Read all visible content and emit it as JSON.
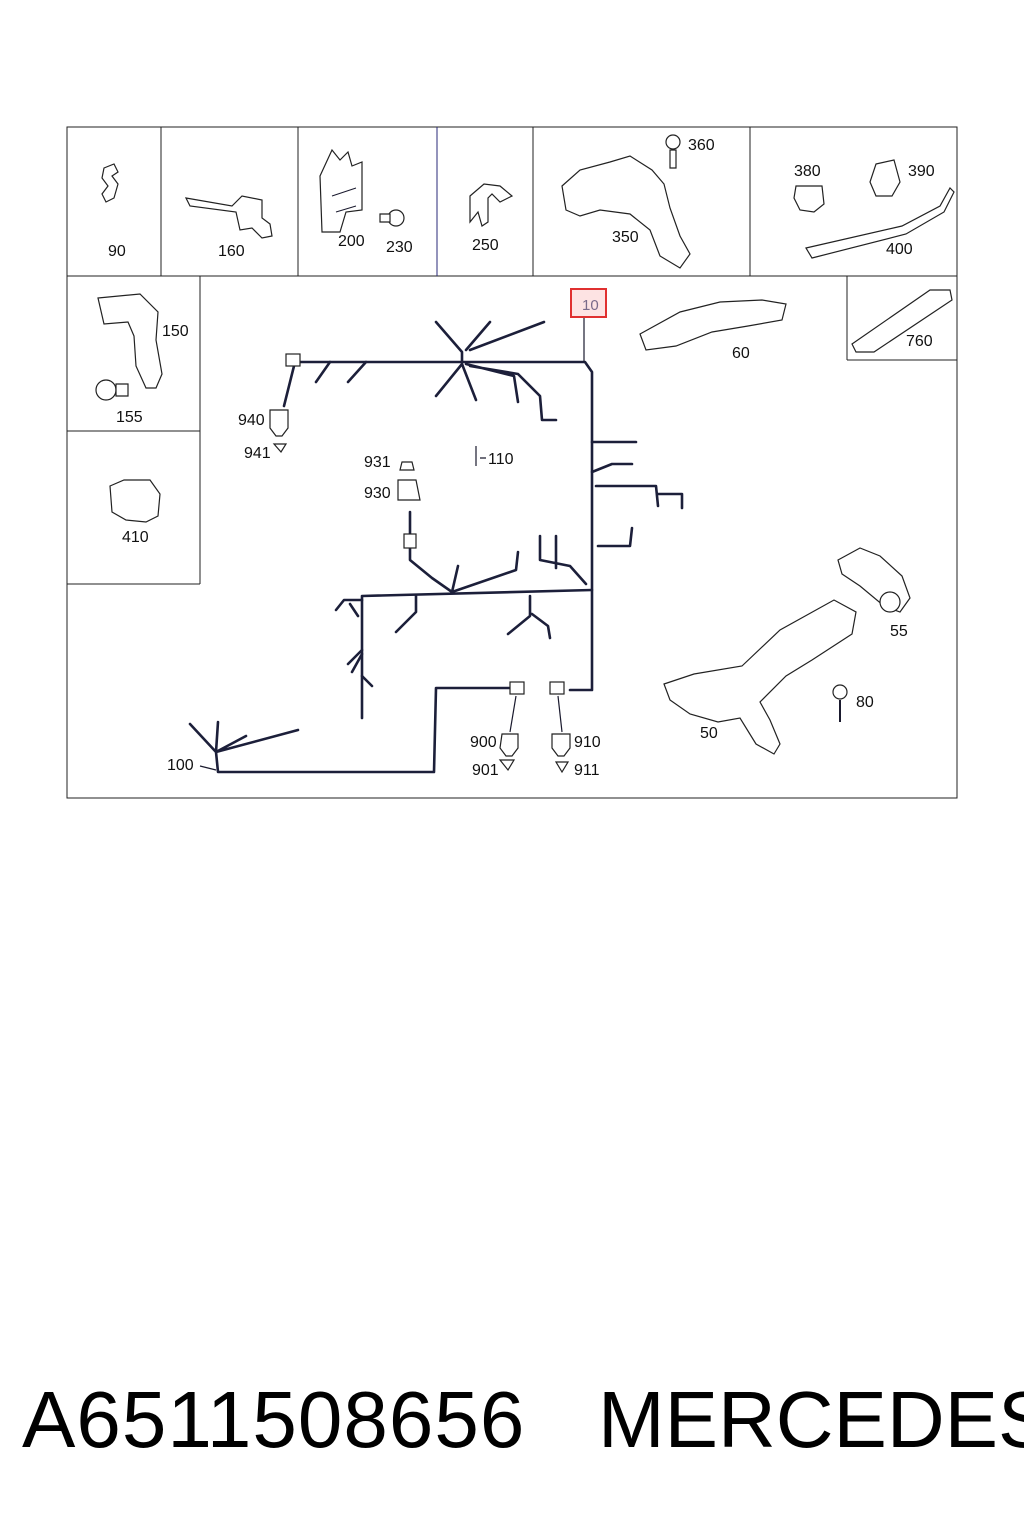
{
  "diagram": {
    "labels": {
      "p90": "90",
      "p160": "160",
      "p200": "200",
      "p230": "230",
      "p250": "250",
      "p350": "350",
      "p360": "360",
      "p380": "380",
      "p390": "390",
      "p400": "400",
      "p150": "150",
      "p155": "155",
      "p410": "410",
      "p10": "10",
      "p60": "60",
      "p760": "760",
      "p940": "940",
      "p941": "941",
      "p931": "931",
      "p930": "930",
      "p110": "110",
      "p100": "100",
      "p900": "900",
      "p901": "901",
      "p910": "910",
      "p911": "911",
      "p55": "55",
      "p80": "80",
      "p50": "50"
    },
    "highlight_color": "#e03030"
  },
  "footer": {
    "part_number": "A6511508656",
    "brand": "MERCEDES"
  }
}
